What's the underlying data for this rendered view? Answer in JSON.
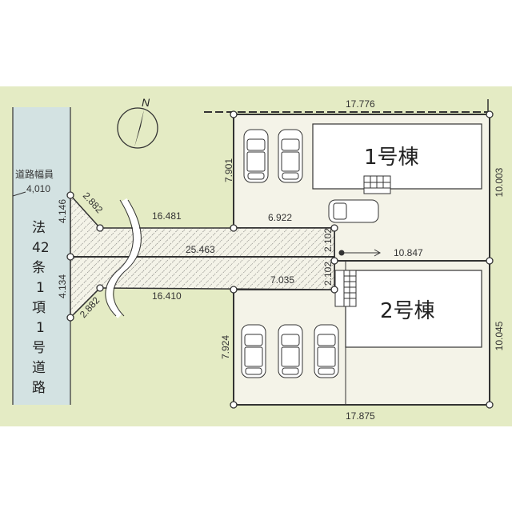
{
  "colors": {
    "ground": "#e4ebc4",
    "road": "#d3e2e2",
    "lot": "#f4f3e8",
    "line": "#333333"
  },
  "compass": {
    "label": "N"
  },
  "road": {
    "width_label": "道路幅員",
    "width_value": "4,010",
    "type_chars": [
      "法",
      "42",
      "条",
      "1",
      "項",
      "1",
      "号",
      "道",
      "路"
    ]
  },
  "buildings": {
    "b1": "1号棟",
    "b2": "2号棟"
  },
  "dimensions": {
    "top": "17.776",
    "bottom": "17.875",
    "right_upper": "10.003",
    "right_lower": "10.045",
    "left_upper": "7.901",
    "left_lower": "7.924",
    "pole_top": "16.481",
    "pole_bottom": "16.410",
    "pole_center": "25.463",
    "lot1_pole": "6.922",
    "lot2_pole": "7.035",
    "pole_end_upper": "2.102",
    "pole_end_lower": "2.102",
    "divider": "10.847",
    "corner_upper": "2.882",
    "corner_lower": "2.882",
    "frontage_upper": "4.146",
    "frontage_lower": "4.134"
  }
}
